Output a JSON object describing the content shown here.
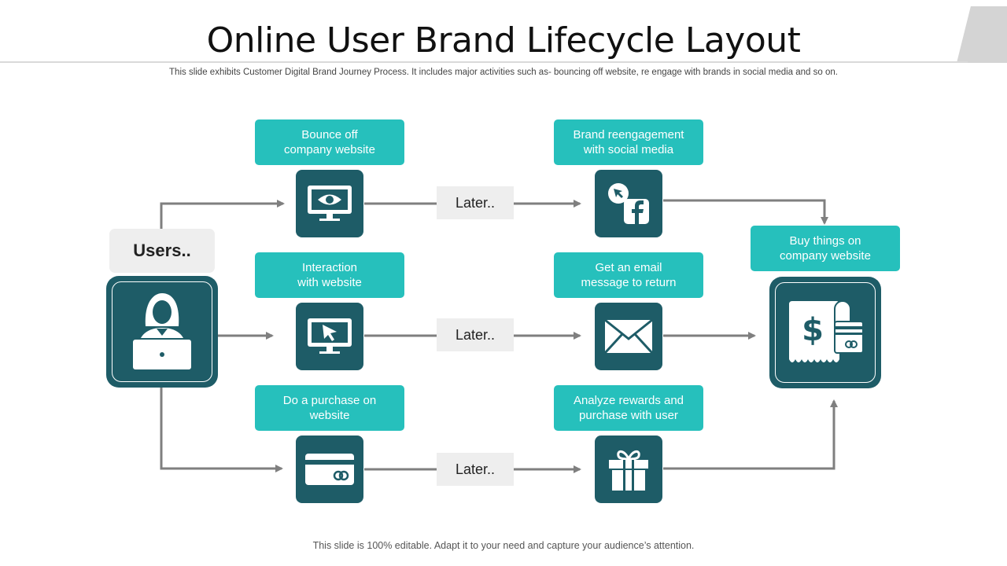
{
  "slide": {
    "title": "Online User Brand Lifecycle Layout",
    "subtitle": "This slide exhibits Customer Digital Brand Journey Process. It includes major activities such as- bouncing off website,  re engage with brands in social media and so on.",
    "footer": "This slide is 100% editable. Adapt it to your need and capture your audience’s attention."
  },
  "users": {
    "label": "Users.."
  },
  "rows": [
    {
      "stage1_label": "Bounce off\ncompany website",
      "connector": "Later..",
      "stage2_label": "Brand reengagement\nwith social media"
    },
    {
      "stage1_label": "Interaction\nwith website",
      "connector": "Later..",
      "stage2_label": "Get an email\nmessage to return"
    },
    {
      "stage1_label": "Do a purchase on\nwebsite",
      "connector": "Later..",
      "stage2_label": "Analyze rewards and\npurchase with user"
    }
  ],
  "final": {
    "label": "Buy things on\ncompany website"
  },
  "colors": {
    "teal": "#26c0bc",
    "dark_teal": "#1e5c67",
    "arrow": "#7f7f7f",
    "gray_box": "#eeeeee"
  },
  "icons": [
    "user-laptop-icon",
    "monitor-eye-icon",
    "monitor-cursor-icon",
    "credit-card-icon",
    "social-facebook-icon",
    "envelope-icon",
    "gift-icon",
    "receipt-dollar-card-icon"
  ]
}
